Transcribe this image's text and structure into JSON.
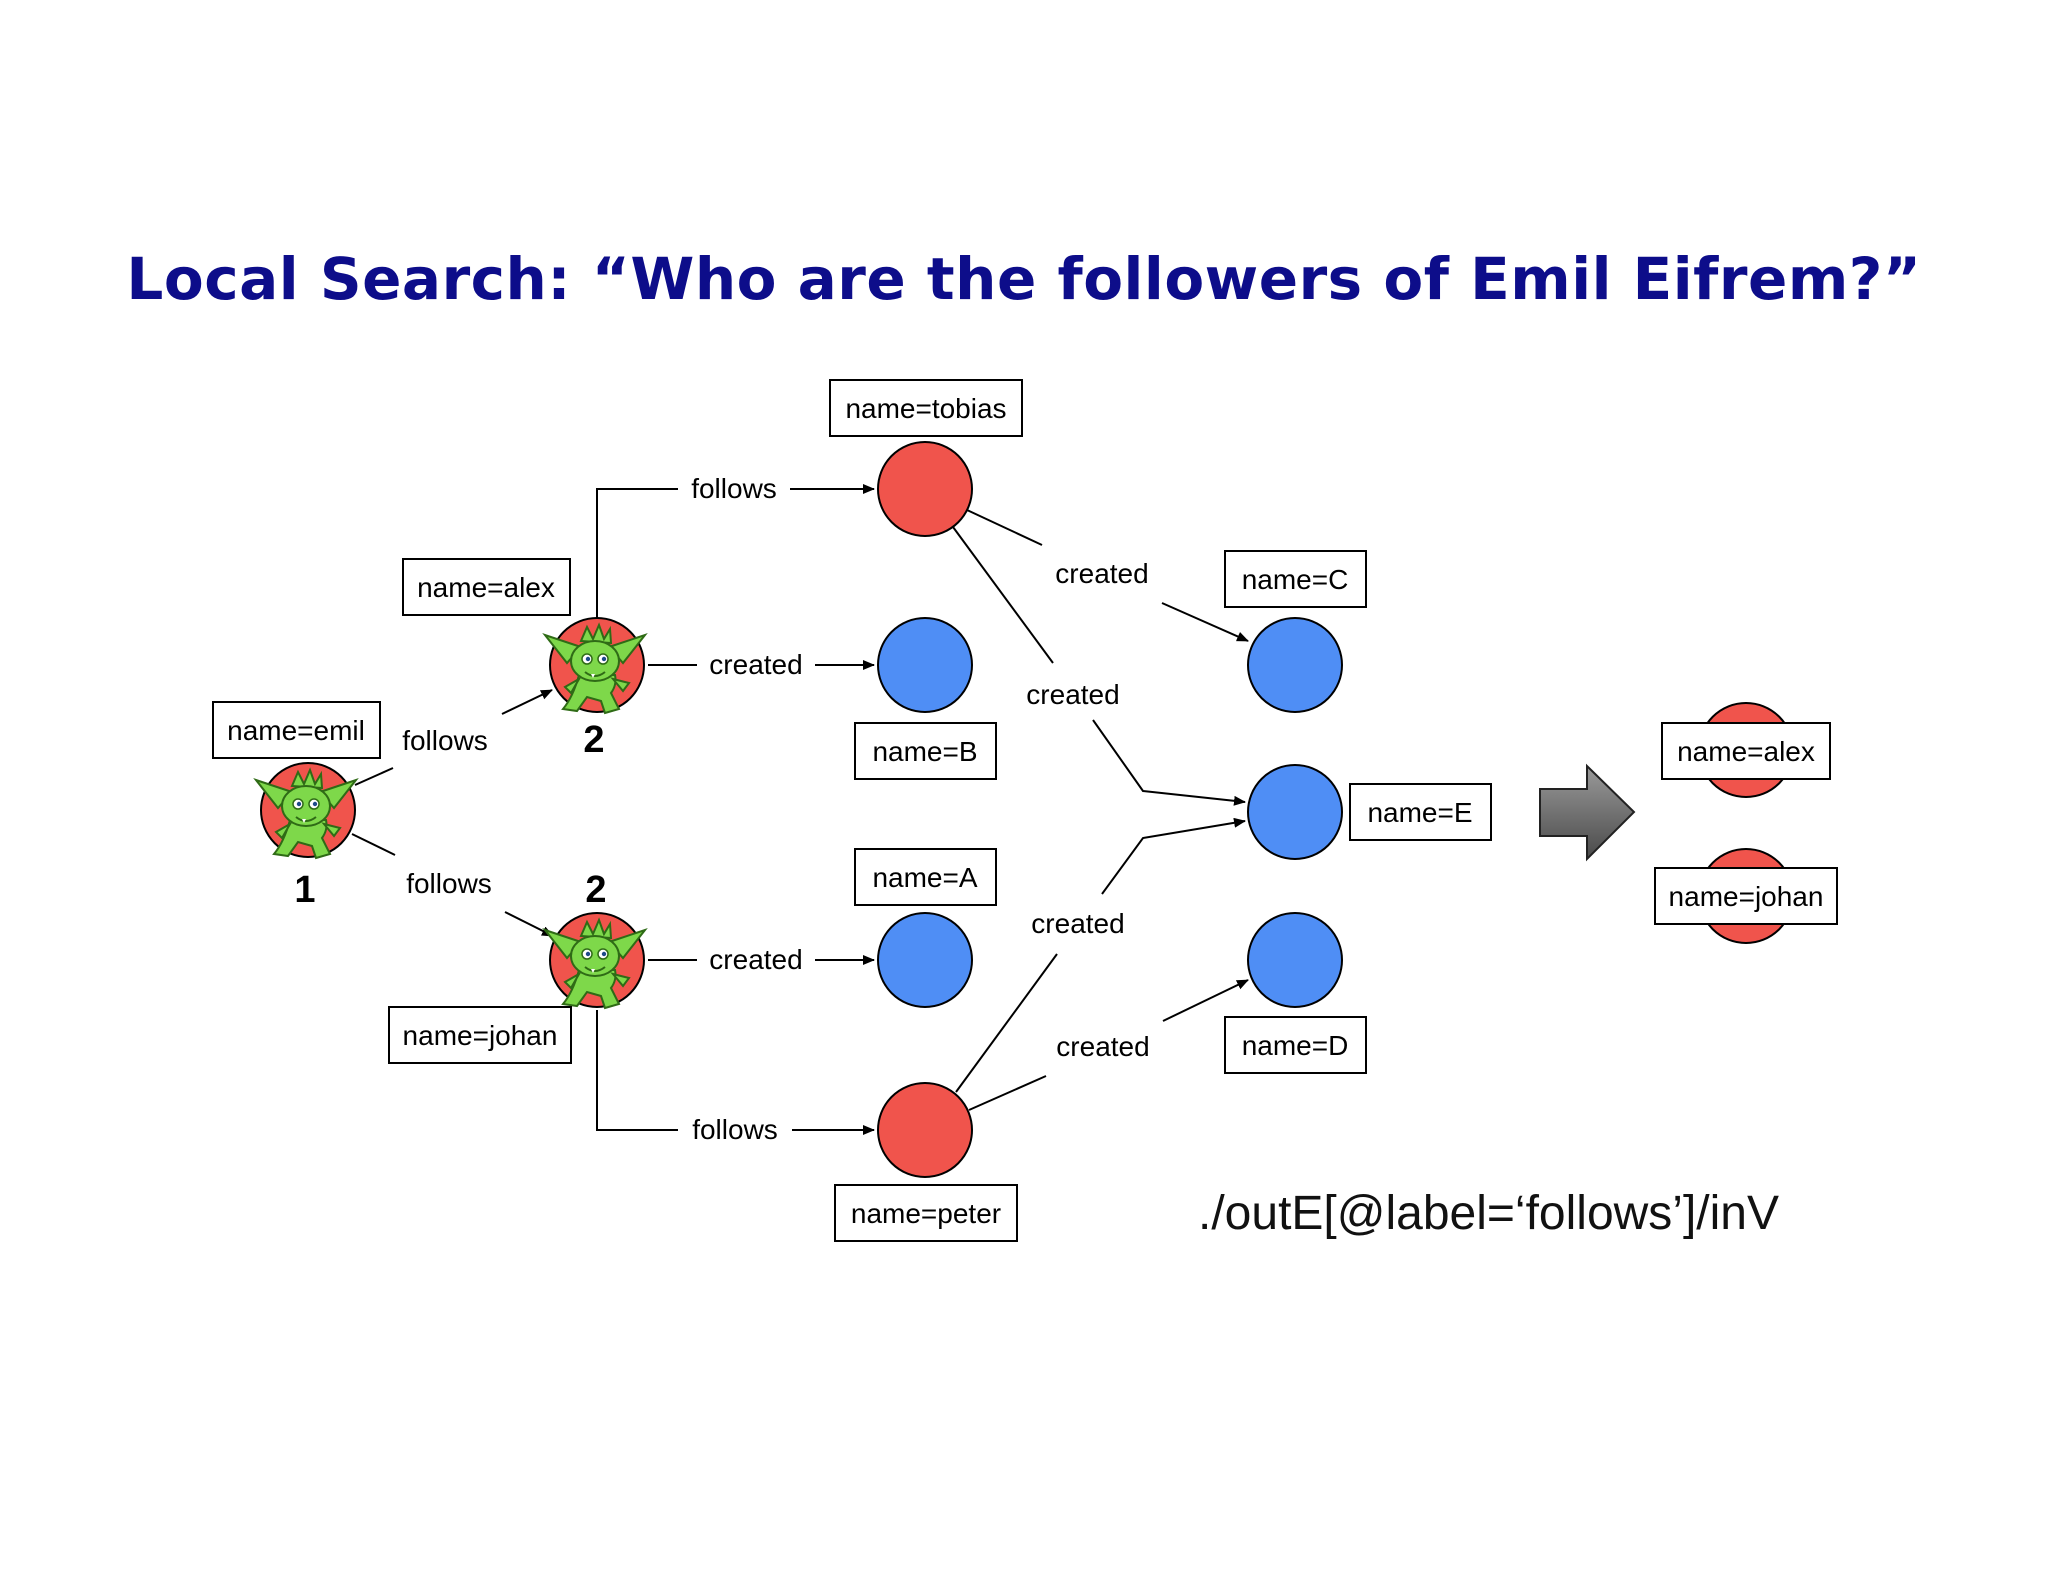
{
  "title": "Local Search:  “Who are the followers of Emil Eifrem?”",
  "query": "./outE[@label=‘follows’]/inV",
  "colors": {
    "title": "#0d0d8a",
    "red_node": "#f0544c",
    "blue_node": "#4f8ef5",
    "gremlin": "#7ed84a",
    "arrow_gray": "#6a6a6a"
  },
  "icons": [
    "gremlin-icon",
    "right-arrow-icon"
  ],
  "nodes": {
    "emil": "name=emil",
    "alex": "name=alex",
    "johan": "name=johan",
    "tobias": "name=tobias",
    "peter": "name=peter",
    "A": "name=A",
    "B": "name=B",
    "C": "name=C",
    "D": "name=D",
    "E": "name=E"
  },
  "step_labels": {
    "step1": "1",
    "step2_alex": "2",
    "step2_johan": "2"
  },
  "edges": {
    "emil_alex": "follows",
    "emil_johan": "follows",
    "alex_tobias": "follows",
    "alex_B": "created",
    "johan_A": "created",
    "johan_peter": "follows",
    "tobias_C": "created",
    "tobias_E": "created",
    "peter_E": "created",
    "peter_D": "created"
  },
  "results": [
    "name=alex",
    "name=johan"
  ]
}
